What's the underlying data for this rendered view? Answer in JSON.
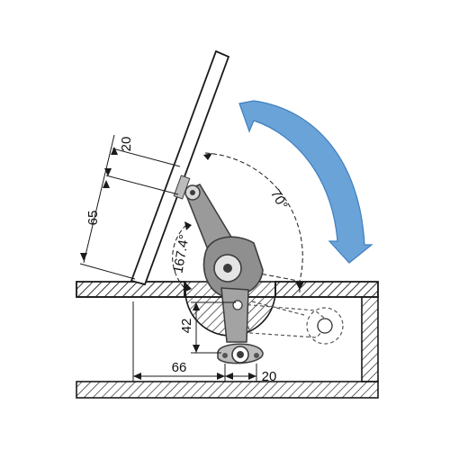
{
  "dimensions": {
    "d20_top": "20",
    "d65": "65",
    "angle_70": "70°",
    "angle_167": "167.4°",
    "d42": "42",
    "d66": "66",
    "d20_bottom": "20"
  },
  "colors": {
    "arrow": "#6aa3d8",
    "arrow_edge": "#3f7fbf",
    "mechanism": "#8f8f8f",
    "mechanism_dark": "#3c3c3c",
    "line": "#1a1a1a"
  }
}
